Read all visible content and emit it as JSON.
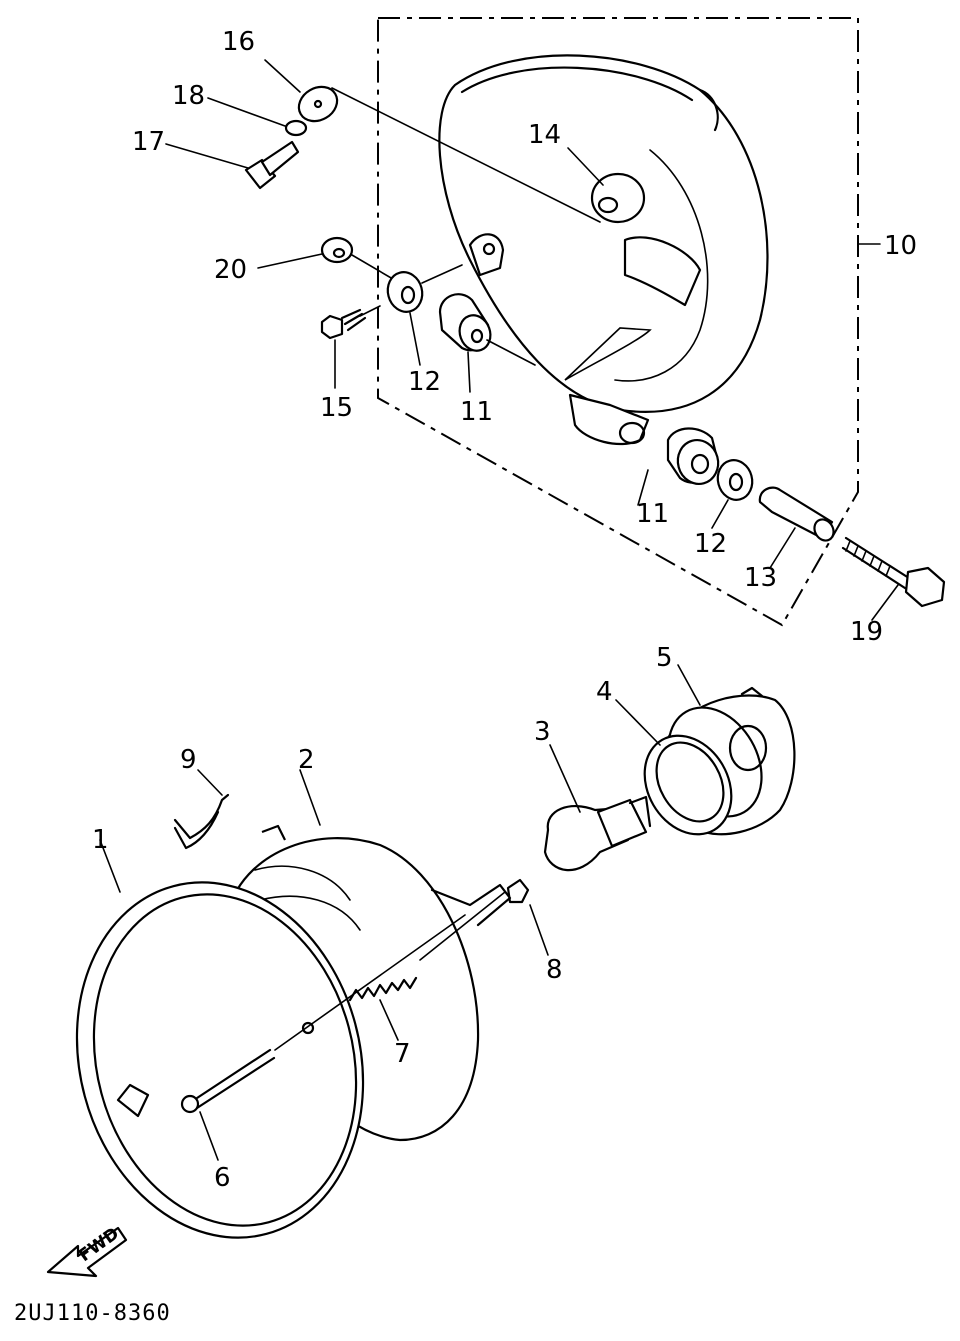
{
  "diagram_code": "2UJ110-8360",
  "fwd_label": "FWD",
  "callouts": {
    "p1": "1",
    "p2": "2",
    "p3": "3",
    "p4": "4",
    "p5": "5",
    "p6": "6",
    "p7": "7",
    "p8": "8",
    "p9": "9",
    "p10": "10",
    "p11a": "11",
    "p11b": "11",
    "p12a": "12",
    "p12b": "12",
    "p13": "13",
    "p14": "14",
    "p15": "15",
    "p16": "16",
    "p17": "17",
    "p18": "18",
    "p19": "19",
    "p20": "20"
  }
}
